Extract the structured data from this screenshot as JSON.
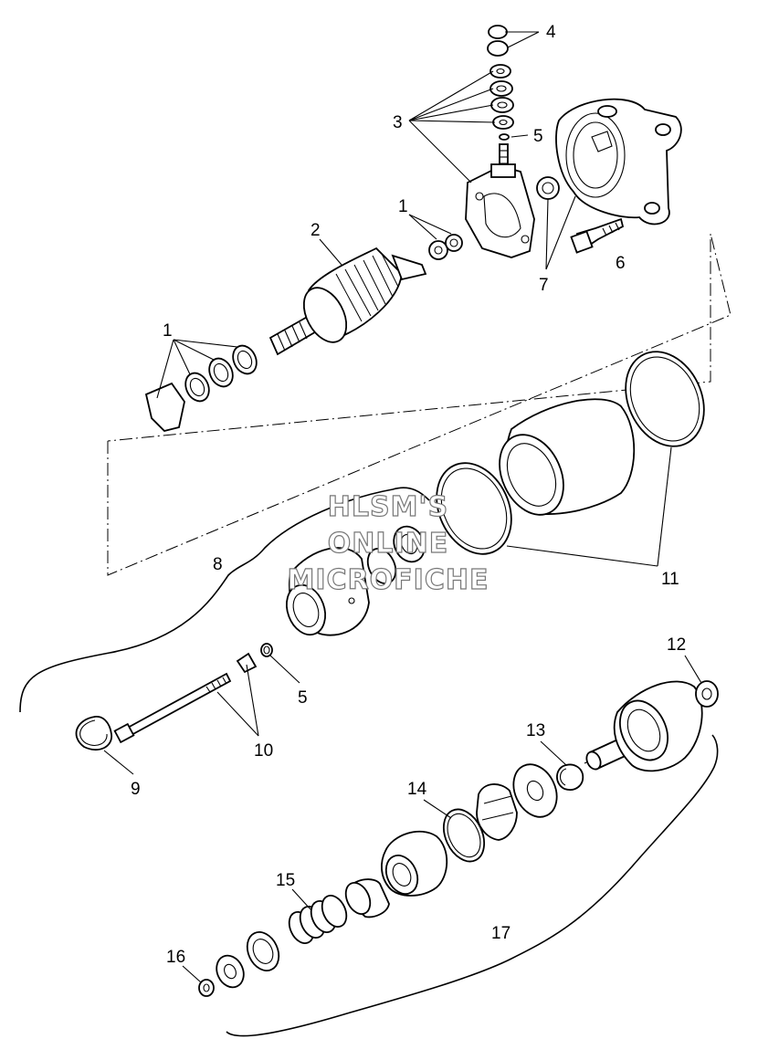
{
  "callouts": {
    "c1a": "1",
    "c1b": "1",
    "c2": "2",
    "c3": "3",
    "c4": "4",
    "c5a": "5",
    "c5b": "5",
    "c6": "6",
    "c7": "7",
    "c8": "8",
    "c9": "9",
    "c10": "10",
    "c11": "11",
    "c12": "12",
    "c13": "13",
    "c14": "14",
    "c15": "15",
    "c16": "16",
    "c17": "17"
  },
  "watermark": {
    "line1": "HLSM'S",
    "line2": "ONLINE",
    "line3": "MICROFICHE"
  }
}
